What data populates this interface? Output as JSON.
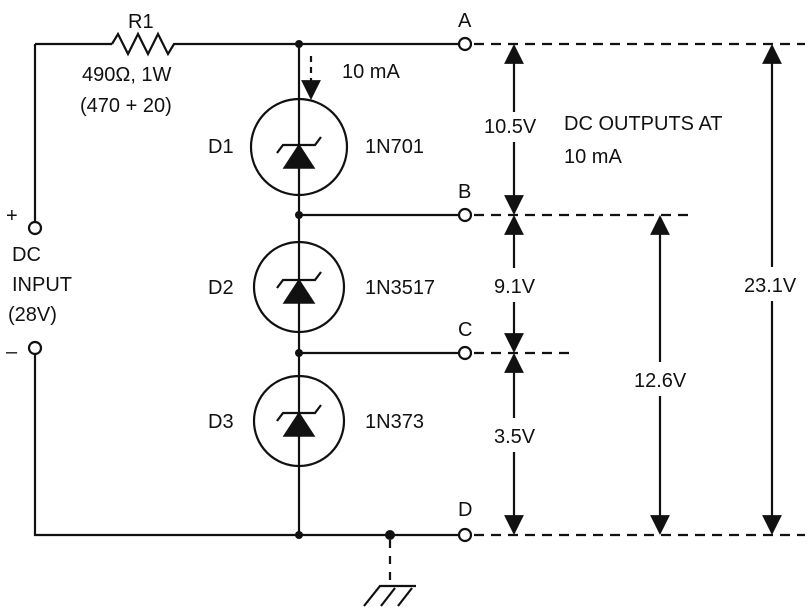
{
  "resistor": {
    "name": "R1",
    "rating": "490Ω, 1W",
    "composition": "(470 + 20)"
  },
  "current_label": "10 mA",
  "input": {
    "plus": "+",
    "minus": "–",
    "line1": "DC",
    "line2": "INPUT",
    "line3": "(28V)"
  },
  "diodes": [
    {
      "ref": "D1",
      "part": "1N701"
    },
    {
      "ref": "D2",
      "part": "1N3517"
    },
    {
      "ref": "D3",
      "part": "1N373"
    }
  ],
  "terminals": [
    "A",
    "B",
    "C",
    "D"
  ],
  "outputs_note": {
    "line1": "DC OUTPUTS AT",
    "line2": "10 mA"
  },
  "voltages": {
    "a_b": "10.5V",
    "b_c": "9.1V",
    "c_d": "3.5V",
    "b_d": "12.6V",
    "a_d": "23.1V"
  }
}
